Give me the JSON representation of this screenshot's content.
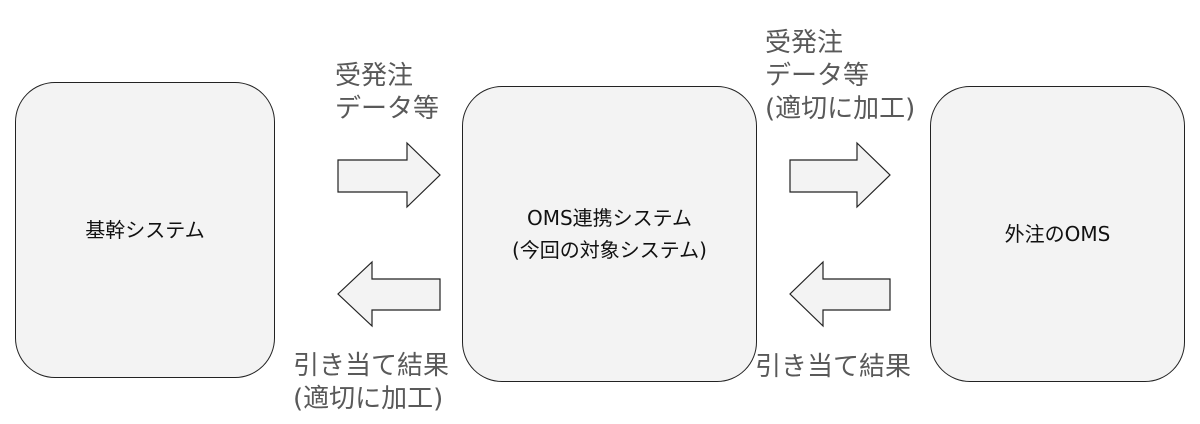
{
  "boxes": [
    {
      "lines": [
        "基幹システム"
      ]
    },
    {
      "lines": [
        "OMS連携システム",
        "(今回の対象システム)"
      ]
    },
    {
      "lines": [
        "外注のOMS"
      ]
    }
  ],
  "labels": {
    "upstream_request": [
      "受発注",
      "データ等"
    ],
    "upstream_response": [
      "引き当て結果",
      "(適切に加工)"
    ],
    "downstream_request": [
      "受発注",
      "データ等",
      "(適切に加工)"
    ],
    "downstream_response": [
      "引き当て結果"
    ]
  },
  "colors": {
    "box_fill": "#f3f3f3",
    "box_border": "#222222",
    "label_text": "#595959",
    "box_text": "#111111"
  }
}
